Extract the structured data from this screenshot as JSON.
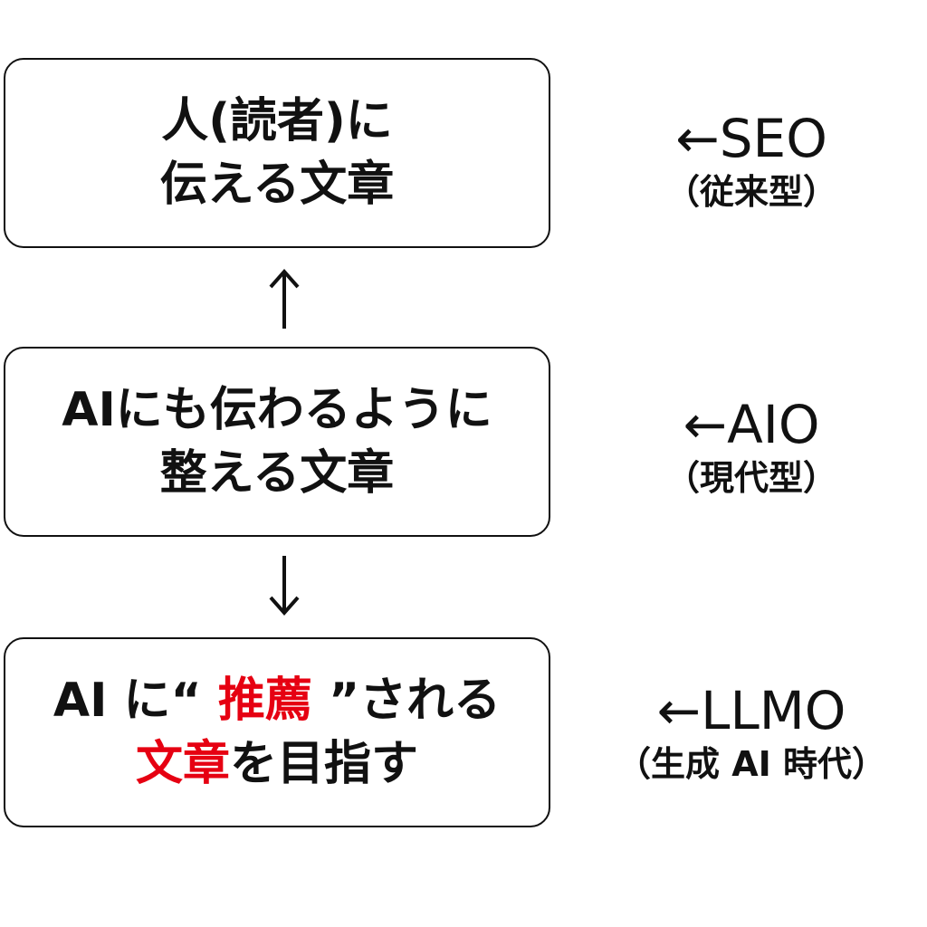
{
  "boxes": {
    "seo": {
      "line1": "人(読者)に",
      "line2": "伝える文章"
    },
    "aio": {
      "line1": "AIにも伝わるように",
      "line2": "整える文章"
    },
    "llmo": {
      "line1_pre": "AI に“ ",
      "line1_accent": "推薦",
      "line1_post": " ”される",
      "line2_accent": "文章",
      "line2_post": "を目指す"
    }
  },
  "side_labels": {
    "seo": {
      "title": "←SEO",
      "sub": "（従来型）"
    },
    "aio": {
      "title": "←AIO",
      "sub": "（現代型）"
    },
    "llmo": {
      "title": "←LLMO",
      "sub": "（生成 AI 時代）"
    }
  },
  "arrows": {
    "top_to_middle": "up",
    "middle_to_bottom": "down"
  },
  "colors": {
    "text": "#111111",
    "border": "#111111",
    "accent": "#e60012",
    "background": "#ffffff"
  }
}
